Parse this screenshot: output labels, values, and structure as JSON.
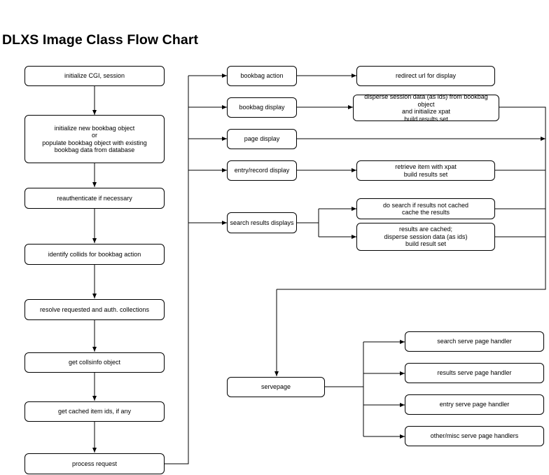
{
  "title": "DLXS Image Class Flow Chart",
  "main_flow": [
    "initialize CGI, session",
    "initialize new bookbag object\nor\npopulate bookbag object with existing\nbookbag data from database",
    "reauthenticate if  necessary",
    "identify collids for bookbag action",
    "resolve requested and auth. collections",
    "get collsinfo object",
    "get cached item ids, if any",
    "process request"
  ],
  "actions": [
    "bookbag action",
    "bookbag display",
    "page display",
    "entry/record display",
    "search results displays"
  ],
  "handlers": [
    "redirect url for display",
    "disperse session data (as ids) from bookbag object\nand initialize xpat\nbuild results set",
    "retrieve item with xpat\nbuild results set",
    "do search if results not cached\ncache the results",
    "results are cached;\ndisperse session data (as ids)\nbuild result set"
  ],
  "servepage": "servepage",
  "serve_handlers": [
    "search serve page handler",
    "results serve page handler",
    "entry serve page handler",
    "other/misc serve page handlers"
  ]
}
